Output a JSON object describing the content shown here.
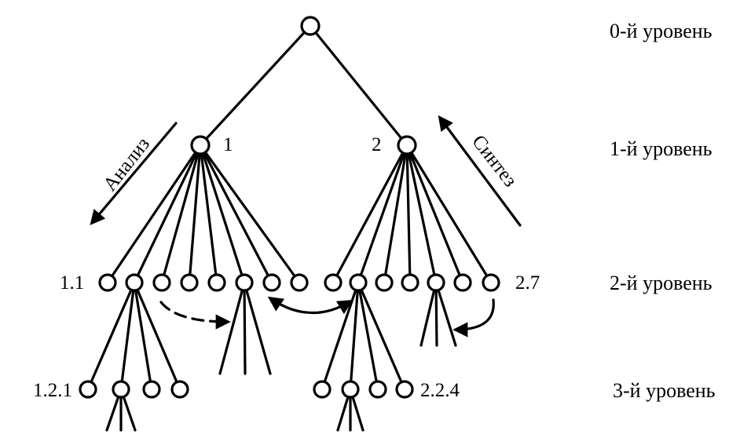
{
  "levels": [
    "0-й уровень",
    "1-й уровень",
    "2-й уровень",
    "3-й уровень"
  ],
  "directions": {
    "analysis": "Анализ",
    "synthesis": "Синтез"
  },
  "node_labels": {
    "n1": "1",
    "n2": "2",
    "n1_1": "1.1",
    "n2_7": "2.7",
    "n1_2_1": "1.2.1",
    "n2_2_4": "2.2.4"
  }
}
